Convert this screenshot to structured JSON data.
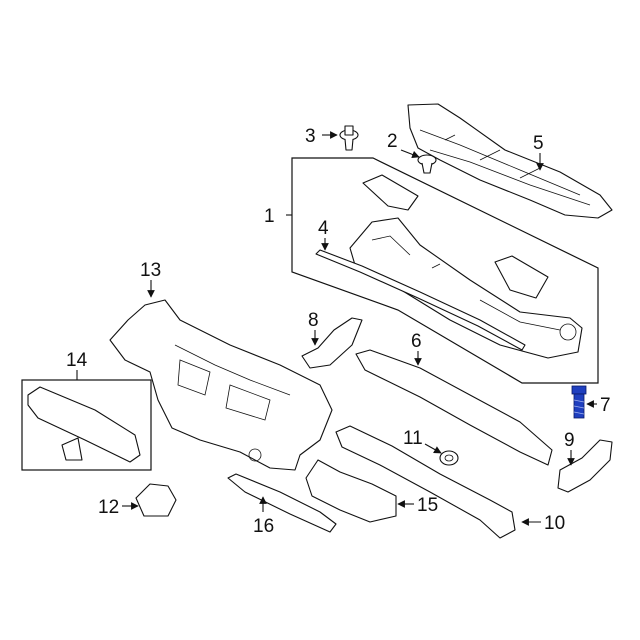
{
  "callouts": {
    "c1": "1",
    "c2": "2",
    "c3": "3",
    "c4": "4",
    "c5": "5",
    "c6": "6",
    "c7": "7",
    "c8": "8",
    "c9": "9",
    "c10": "10",
    "c11": "11",
    "c12": "12",
    "c13": "13",
    "c14": "14",
    "c15": "15",
    "c16": "16"
  },
  "colors": {
    "line": "#111111",
    "highlight_part": "#1f3fbf",
    "background": "#ffffff"
  },
  "highlighted_part": "7"
}
